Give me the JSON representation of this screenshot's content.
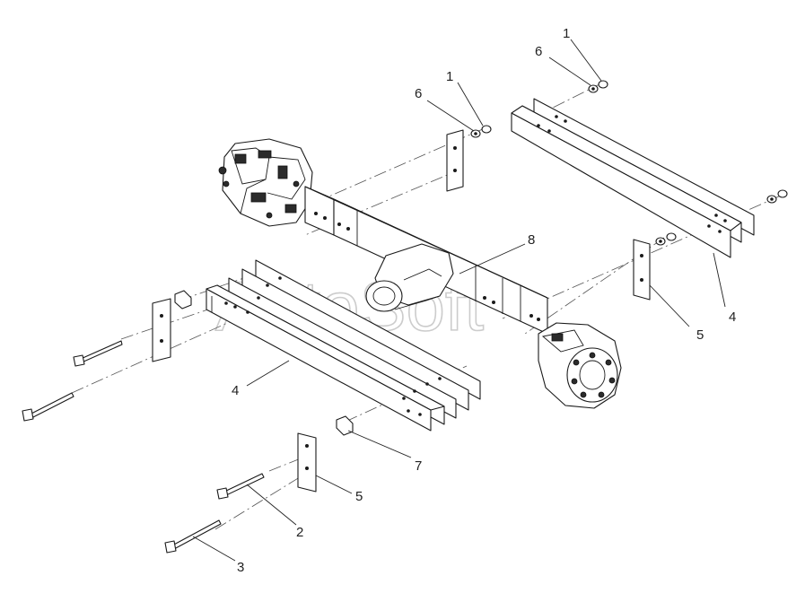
{
  "watermark": "AutoSoft",
  "callouts": {
    "c1a": "1",
    "c1b": "1",
    "c2": "2",
    "c3": "3",
    "c4a": "4",
    "c4b": "4",
    "c5a": "5",
    "c5b": "5",
    "c6a": "6",
    "c6b": "6",
    "c7": "7",
    "c8": "8"
  }
}
